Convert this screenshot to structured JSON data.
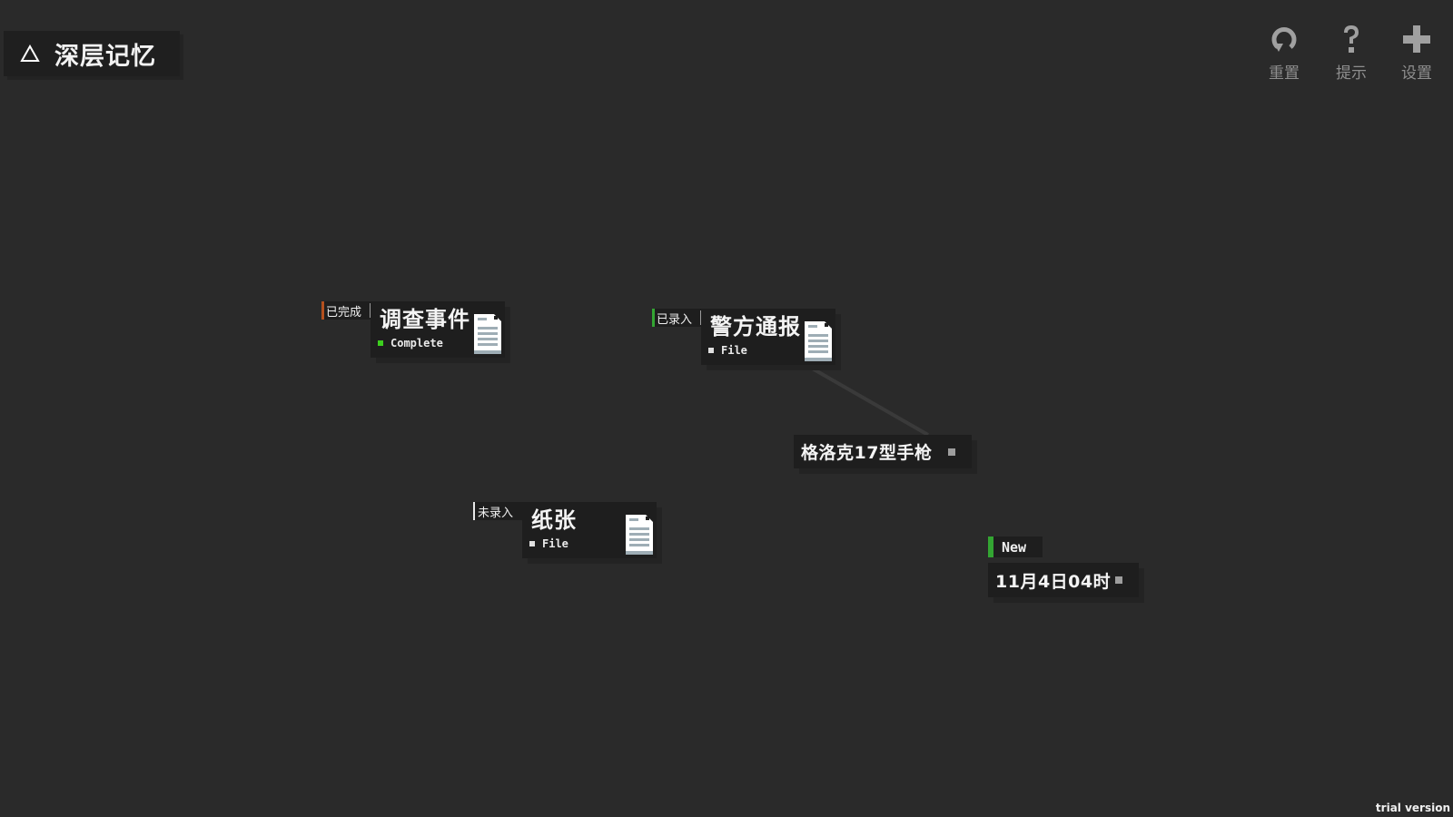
{
  "header": {
    "title": "深层记忆",
    "title_icon": "triangle-warning-icon"
  },
  "toolbar": {
    "reset": {
      "label": "重置",
      "icon": "reset-icon"
    },
    "hint": {
      "label": "提示",
      "icon": "question-icon"
    },
    "settings": {
      "label": "设置",
      "icon": "plus-icon"
    }
  },
  "nodes": {
    "investigation": {
      "status": "已完成",
      "status_color": "#b4501e",
      "title": "调查事件",
      "subtitle": "Complete",
      "subtitle_dot_color": "#3ccf1e",
      "icon": "document-icon"
    },
    "police_report": {
      "status": "已录入",
      "status_color": "#33a532",
      "title": "警方通报",
      "subtitle": "File",
      "subtitle_dot_color": "#e0e0e0",
      "icon": "document-icon"
    },
    "paper": {
      "status": "未录入",
      "status_color": "#e8e8e8",
      "title": "纸张",
      "subtitle": "File",
      "subtitle_dot_color": "#e0e0e0",
      "icon": "document-icon"
    },
    "glock": {
      "title": "格洛克17型手枪"
    },
    "time": {
      "badge": "New",
      "badge_color": "#33a532",
      "title": "11月4日04时"
    }
  },
  "footer": {
    "watermark": "trial version"
  },
  "colors": {
    "background": "#2a2a2a",
    "card": "#1e1e1e",
    "doc_icon_lines": "#9eadb5",
    "connector": "#3a3a3a"
  }
}
